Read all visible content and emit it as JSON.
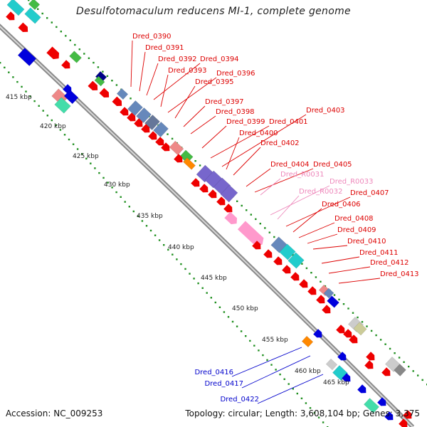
{
  "title": "Desulfotomaculum reducens MI-1, complete genome",
  "accession": "Accession: NC_009253",
  "summary": "Topology: circular; Length: 3,608,104 bp; Genes: 3,375",
  "colors": {
    "backbone": "#8a8a8a",
    "tick_dots": "#1f8f1f",
    "red_label": "#dd0000",
    "pink_label": "#ee88bb",
    "blue_label": "#0000cc"
  },
  "scale_labels": [
    "415 kbp",
    "420 kbp",
    "425 kbp",
    "430 kbp",
    "435 kbp",
    "440 kbp",
    "445 kbp",
    "450 kbp",
    "455 kbp",
    "460 kbp",
    "465 kbp"
  ],
  "gene_labels": [
    {
      "text": "Dred_0390",
      "color": "red"
    },
    {
      "text": "Dred_0391",
      "color": "red"
    },
    {
      "text": "Dred_0392",
      "color": "red"
    },
    {
      "text": "Dred_0394",
      "color": "red"
    },
    {
      "text": "Dred_0393",
      "color": "red"
    },
    {
      "text": "Dred_0396",
      "color": "red"
    },
    {
      "text": "Dred_0395",
      "color": "red"
    },
    {
      "text": "Dred_0397",
      "color": "red"
    },
    {
      "text": "Dred_0398",
      "color": "red"
    },
    {
      "text": "Dred_0399",
      "color": "red"
    },
    {
      "text": "Dred_0401",
      "color": "red"
    },
    {
      "text": "Dred_0403",
      "color": "red"
    },
    {
      "text": "Dred_0400",
      "color": "red"
    },
    {
      "text": "Dred_0402",
      "color": "red"
    },
    {
      "text": "Dred_0404",
      "color": "red"
    },
    {
      "text": "Dred_0405",
      "color": "red"
    },
    {
      "text": "Dred_R0031",
      "color": "pink"
    },
    {
      "text": "Dred_R0033",
      "color": "pink"
    },
    {
      "text": "Dred_R0032",
      "color": "pink"
    },
    {
      "text": "Dred_0407",
      "color": "red"
    },
    {
      "text": "Dred_0406",
      "color": "red"
    },
    {
      "text": "Dred_0408",
      "color": "red"
    },
    {
      "text": "Dred_0409",
      "color": "red"
    },
    {
      "text": "Dred_0410",
      "color": "red"
    },
    {
      "text": "Dred_0411",
      "color": "red"
    },
    {
      "text": "Dred_0412",
      "color": "red"
    },
    {
      "text": "Dred_0413",
      "color": "red"
    },
    {
      "text": "Dred_0416",
      "color": "blue"
    },
    {
      "text": "Dred_0417",
      "color": "blue"
    },
    {
      "text": "Dred_0422",
      "color": "blue"
    }
  ]
}
